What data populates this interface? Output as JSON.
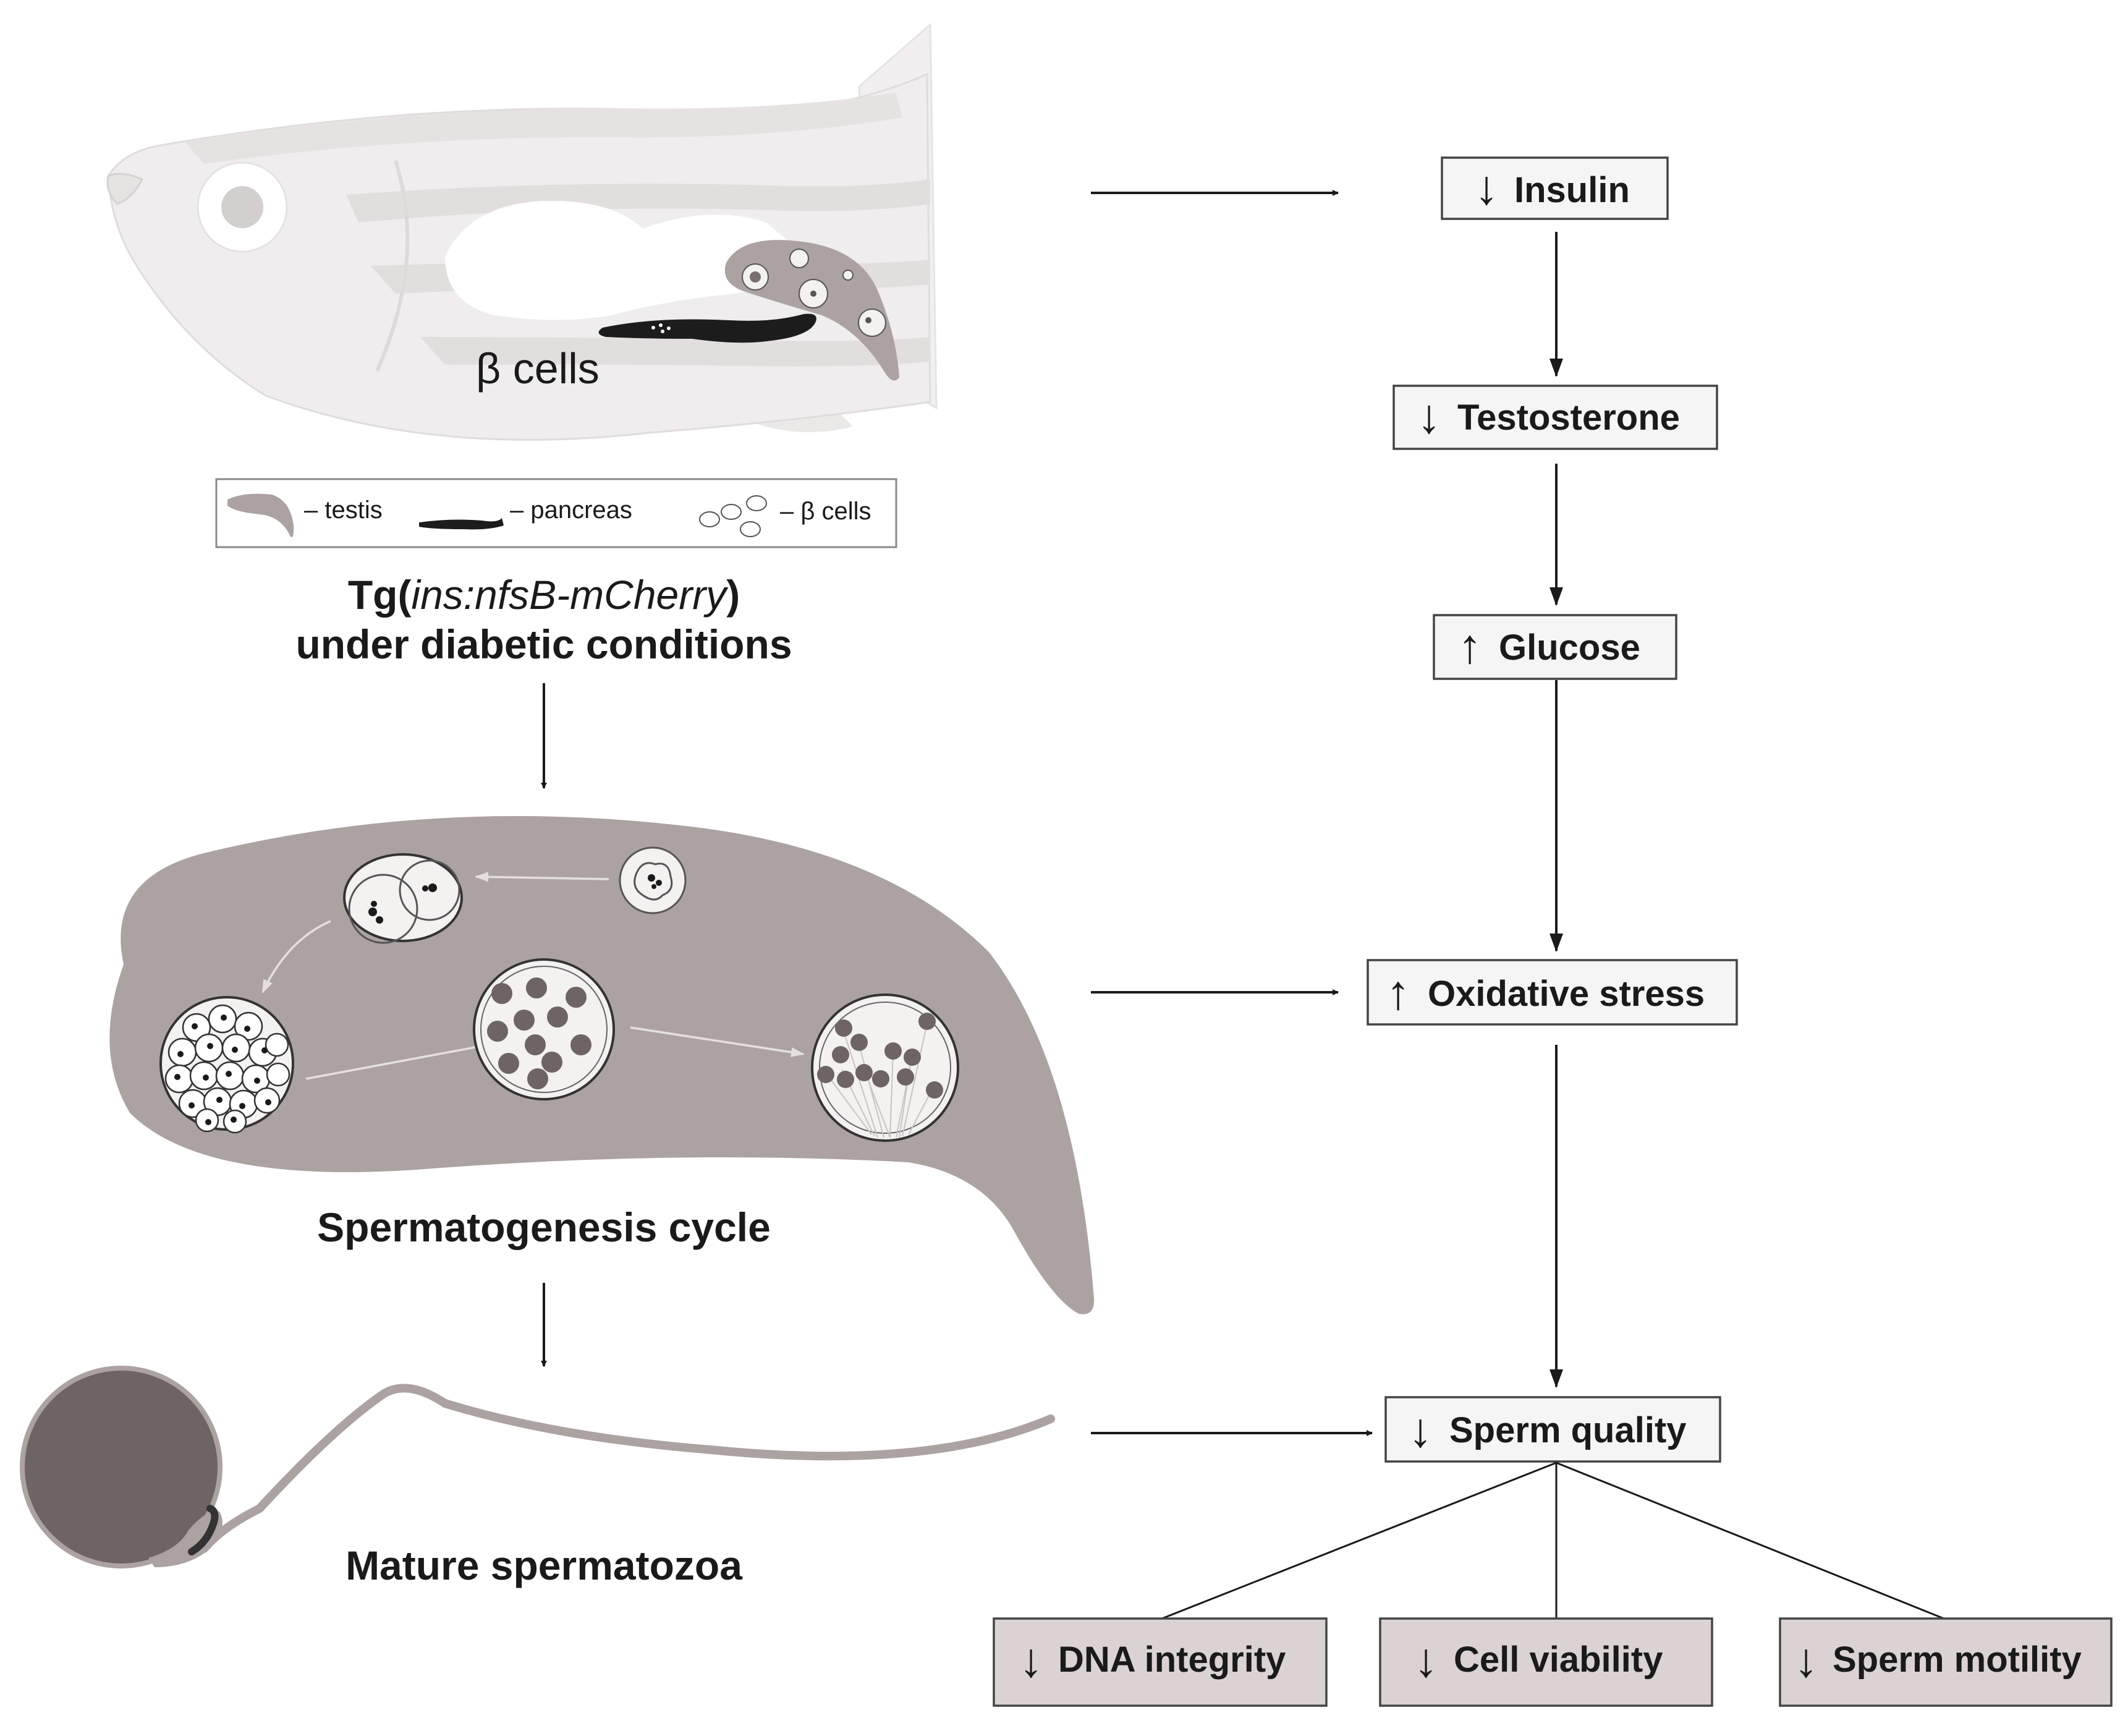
{
  "fish": {
    "beta_label": "β cells"
  },
  "legend": {
    "testis": "– testis",
    "pancreas": "– pancreas",
    "beta": "– β cells"
  },
  "fish_title": {
    "tg_prefix": "Tg(",
    "tg_italic": "ins:nfsB-mCherry",
    "tg_suffix": ")",
    "line2": "under diabetic conditions"
  },
  "cycle_title": "Spermatogenesis cycle",
  "sperm_title": "Mature spermatozoa",
  "flow": {
    "insulin": {
      "dir": "down",
      "text": "Insulin"
    },
    "testosterone": {
      "dir": "down",
      "text": "Testosterone"
    },
    "glucose": {
      "dir": "up",
      "text": "Glucose"
    },
    "oxidative": {
      "dir": "up",
      "text": "Oxidative stress"
    },
    "sperm_quality": {
      "dir": "down",
      "text": "Sperm quality"
    },
    "dna": {
      "dir": "down",
      "text": "DNA integrity"
    },
    "viability": {
      "dir": "down",
      "text": "Cell viability"
    },
    "motility": {
      "dir": "down",
      "text": "Sperm motility"
    }
  },
  "colors": {
    "testis": "#aca2a2",
    "fish": "#efeded",
    "stripe": "#e2dede",
    "pancreas": "#1c1c1c",
    "grey_box": "#dbd3d3",
    "white_box": "#f6f5f5"
  }
}
